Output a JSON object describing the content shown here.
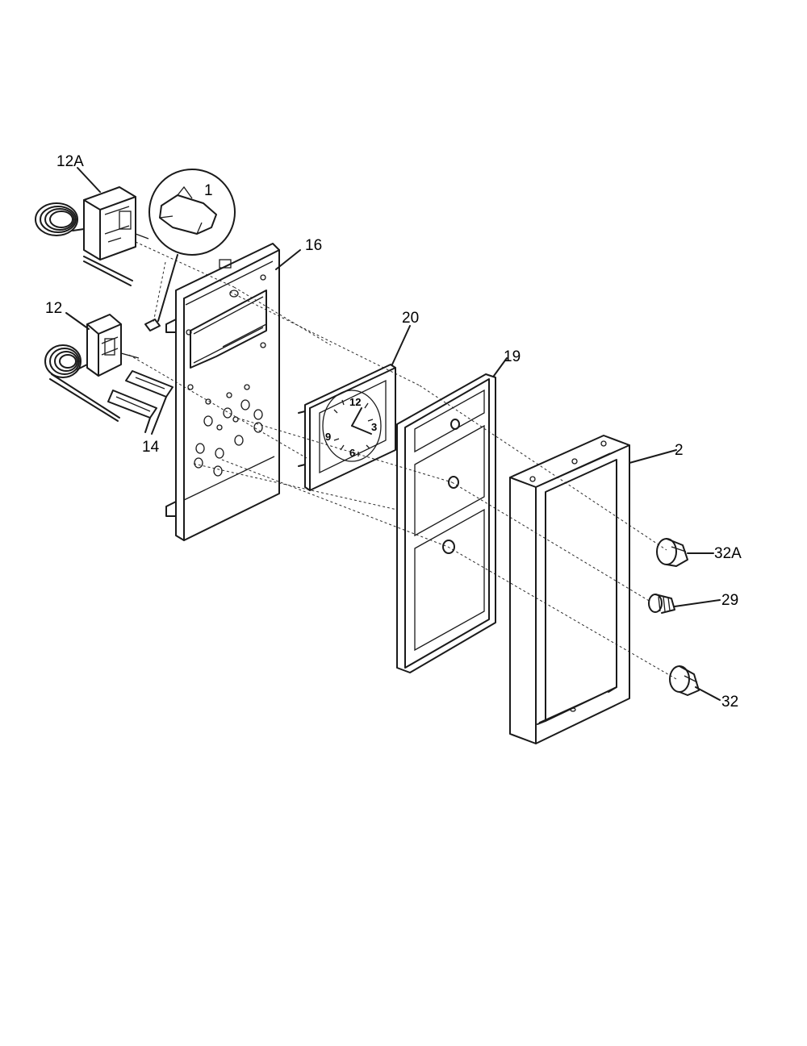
{
  "callouts": {
    "c1": "1",
    "c2": "2",
    "c12": "12",
    "c12A": "12A",
    "c14": "14",
    "c16": "16",
    "c19": "19",
    "c20": "20",
    "c29": "29",
    "c32": "32",
    "c32A": "32A"
  },
  "clock_face": {
    "n12": "12",
    "n3": "3",
    "n6": "6",
    "n9": "9"
  }
}
